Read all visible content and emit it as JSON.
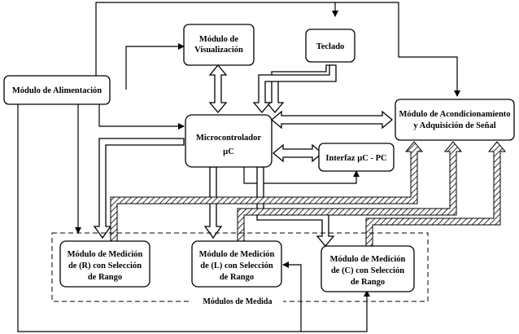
{
  "blocks": {
    "alimentacion": "Módulo de Alimentación",
    "visualizacion": [
      "Módulo de",
      "Visualización"
    ],
    "teclado": "Teclado",
    "acondicionamiento": [
      "Módulo de Acondicionamiento",
      "y Adquisición de Señal"
    ],
    "microcontrolador": [
      "Microcontrolador",
      "µC"
    ],
    "interfaz": "Interfaz µC - PC",
    "medicion_r": [
      "Módulo de Medición",
      "de (R) con Selección",
      "de Rango"
    ],
    "medicion_l": [
      "Módulo de Medición",
      "de (L) con Selección",
      "de Rango"
    ],
    "medicion_c": [
      "Módulo de Medición",
      "de (C) con Selección",
      "de Rango"
    ]
  },
  "group_label": "Módulos de Medida"
}
